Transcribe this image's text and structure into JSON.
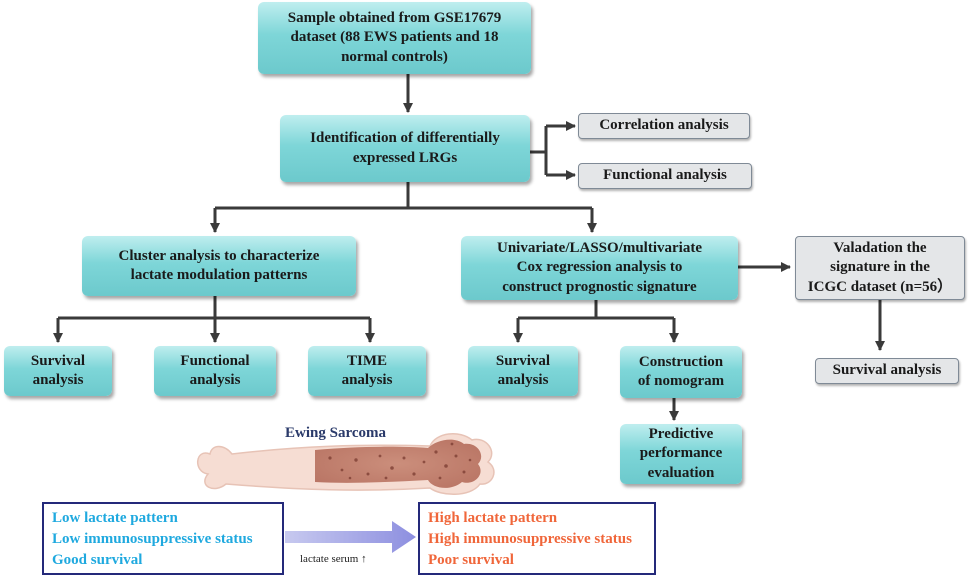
{
  "flow": {
    "sample": [
      "Sample obtained from GSE17679",
      "dataset (88 EWS patients and 18",
      "normal controls)"
    ],
    "identification": [
      "Identification of differentially",
      "expressed LRGs"
    ],
    "correlation": "Correlation analysis",
    "functional_top": "Functional analysis",
    "cluster": [
      "Cluster analysis to characterize",
      "lactate modulation patterns"
    ],
    "cox": [
      "Univariate/LASSO/multivariate",
      "Cox regression analysis to",
      "construct  prognostic signature"
    ],
    "validation": [
      "Valadation the",
      "signature in the",
      "ICGC dataset (n=56）"
    ],
    "survival_left": [
      "Survival",
      "analysis"
    ],
    "functional_left": [
      "Functional",
      "analysis"
    ],
    "time": [
      "TIME",
      "analysis"
    ],
    "survival_mid": [
      "Survival",
      "analysis"
    ],
    "nomogram": [
      "Construction",
      "of nomogram"
    ],
    "predictive": [
      "Predictive",
      "performance",
      "evaluation"
    ],
    "survival_right": "Survival analysis"
  },
  "illustration": {
    "title": "Ewing Sarcoma",
    "low": [
      "Low lactate pattern",
      "Low immunosuppressive status",
      "Good survival"
    ],
    "high": [
      "High lactate pattern",
      "High immunosuppressive status",
      "Poor survival"
    ],
    "arrow_note": "lactate serum ↑"
  },
  "colors": {
    "teal": "#7ed6d8",
    "gray": "#e4e6e8",
    "low_text": "#1fa9df",
    "high_text": "#f0663a",
    "outline": "#24297a"
  }
}
